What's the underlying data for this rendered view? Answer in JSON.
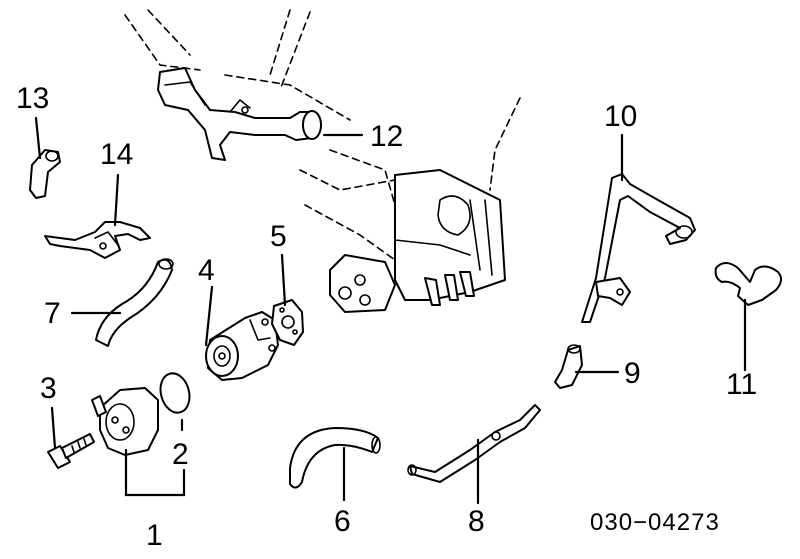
{
  "callouts": {
    "c1": "1",
    "c2": "2",
    "c3": "3",
    "c4": "4",
    "c5": "5",
    "c6": "6",
    "c7": "7",
    "c8": "8",
    "c9": "9",
    "c10": "10",
    "c11": "11",
    "c12": "12",
    "c13": "13",
    "c14": "14"
  },
  "diagram_code": "030−04273",
  "colors": {
    "line": "#000000",
    "background": "#ffffff"
  }
}
